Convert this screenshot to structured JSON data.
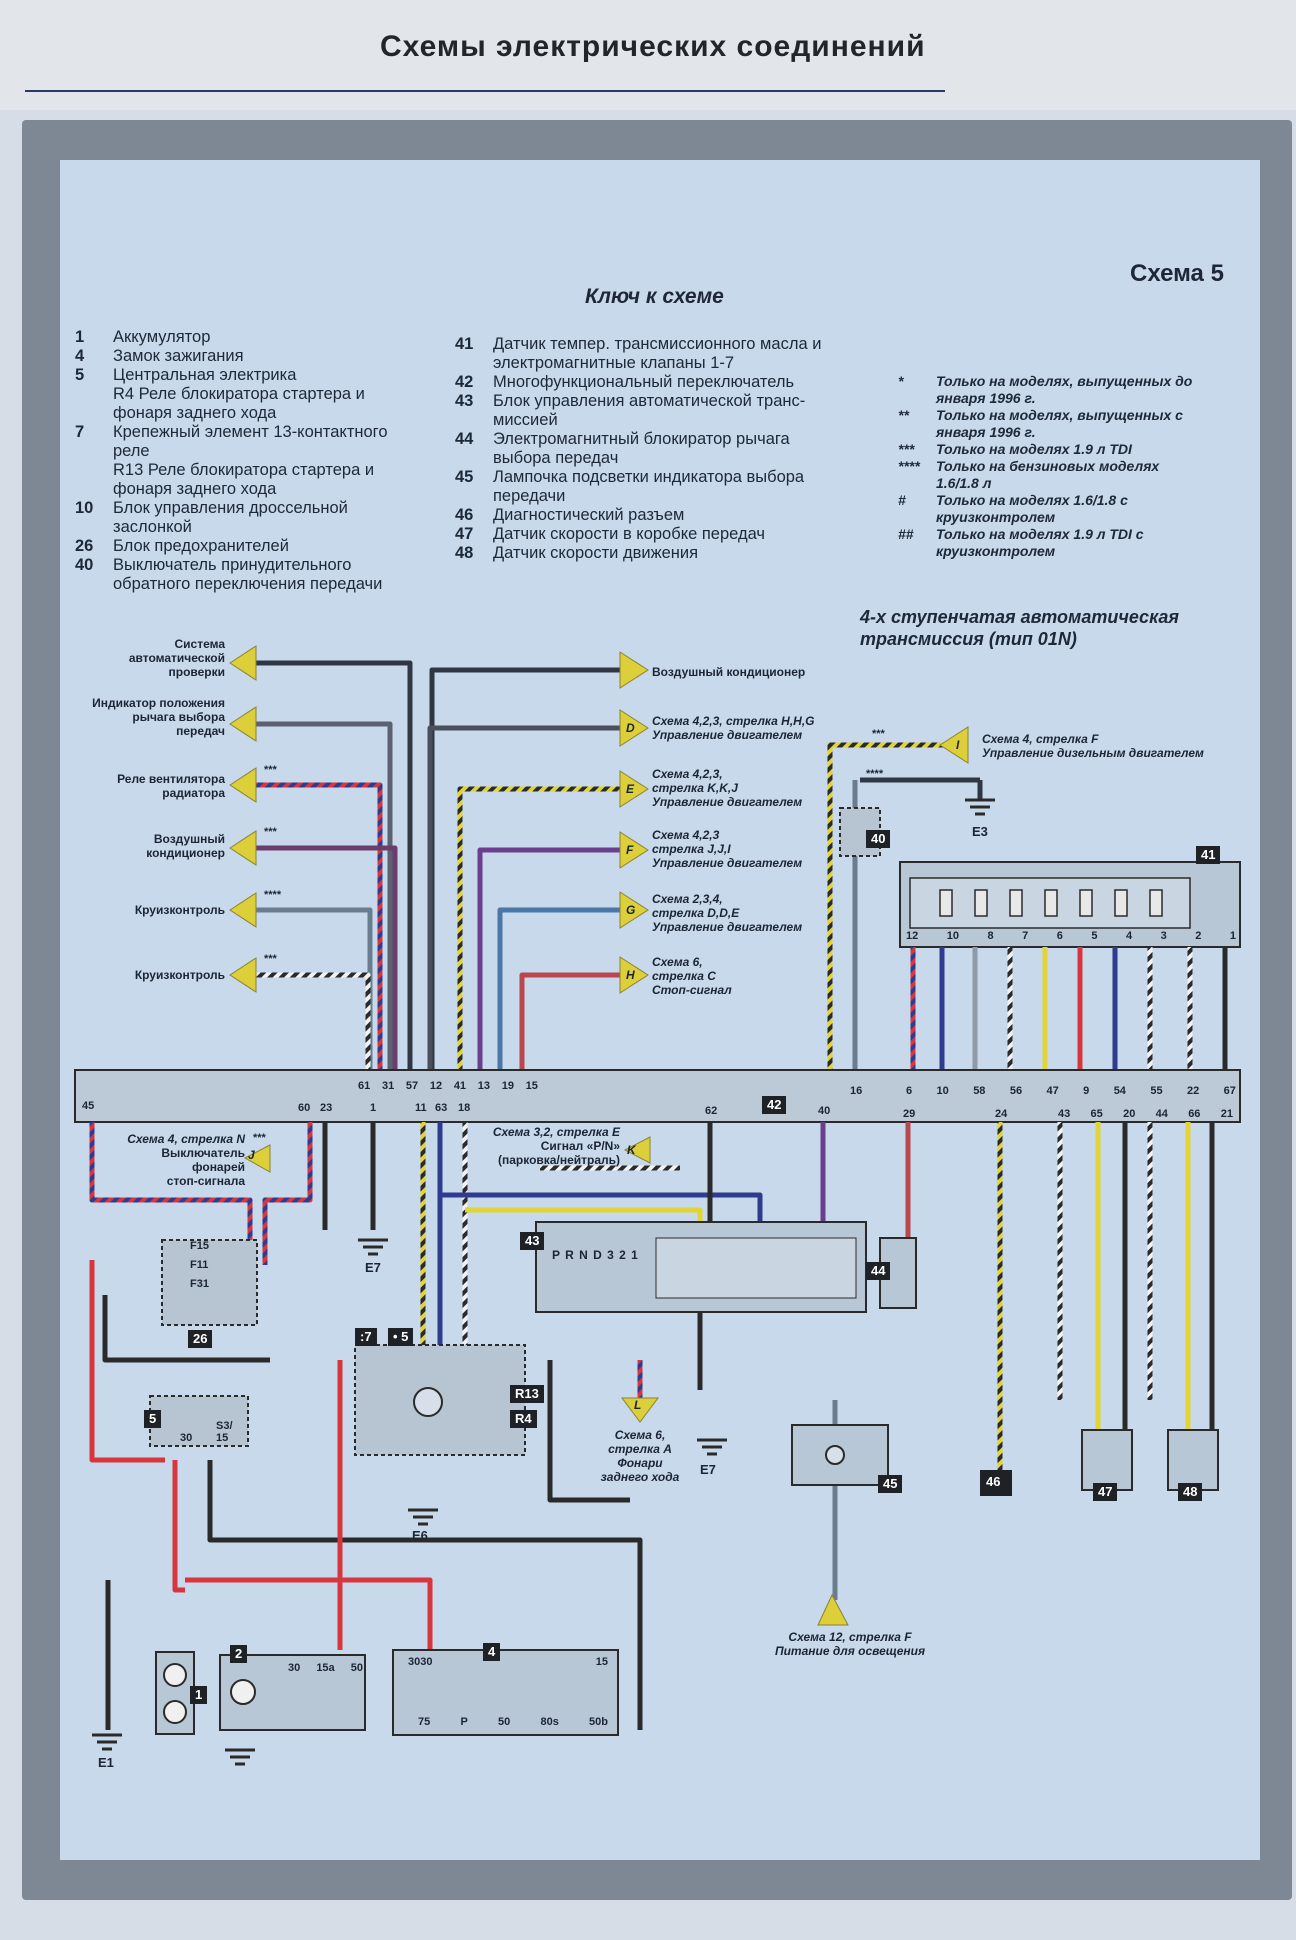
{
  "page_header": {
    "title": "Схемы электрических соединений"
  },
  "schema_title": "Схема 5",
  "key_title": "Ключ к схеме",
  "key_left": [
    {
      "num": "1",
      "text": "Аккумулятор"
    },
    {
      "num": "4",
      "text": "Замок зажигания"
    },
    {
      "num": "5",
      "text": "Центральная электрика"
    },
    {
      "num": "",
      "text": "R4  Реле блокиратора стартера и"
    },
    {
      "num": "",
      "text": "фонаря заднего хода"
    },
    {
      "num": "7",
      "text": "Крепежный элемент 13-контактного"
    },
    {
      "num": "",
      "text": "реле"
    },
    {
      "num": "",
      "text": "R13 Реле блокиратора стартера и"
    },
    {
      "num": "",
      "text": "фонаря заднего хода"
    },
    {
      "num": "10",
      "text": "Блок управления дроссельной"
    },
    {
      "num": "",
      "text": "заслонкой"
    },
    {
      "num": "26",
      "text": "Блок предохранителей"
    },
    {
      "num": "40",
      "text": "Выключатель принудительного"
    },
    {
      "num": "",
      "text": "обратного переключения передачи"
    }
  ],
  "key_middle": [
    {
      "num": "41",
      "text": "Датчик темпер. трансмиссионного масла и"
    },
    {
      "num": "",
      "text": "электромагнитные клапаны 1-7"
    },
    {
      "num": "42",
      "text": "Многофункциональный переключатель"
    },
    {
      "num": "43",
      "text": "Блок управления автоматической транс-"
    },
    {
      "num": "",
      "text": "миссией"
    },
    {
      "num": "44",
      "text": "Электромагнитный блокиратор рычага"
    },
    {
      "num": "",
      "text": "выбора передач"
    },
    {
      "num": "45",
      "text": "Лампочка подсветки индикатора выбора"
    },
    {
      "num": "",
      "text": "передачи"
    },
    {
      "num": "46",
      "text": "Диагностический разъем"
    },
    {
      "num": "47",
      "text": "Датчик скорости в коробке передач"
    },
    {
      "num": "48",
      "text": "Датчик скорости движения"
    }
  ],
  "notes": [
    {
      "mark": "*",
      "text": "Только на моделях, выпущенных до"
    },
    {
      "mark": "",
      "text": "января 1996 г."
    },
    {
      "mark": "**",
      "text": "Только на моделях, выпущенных с"
    },
    {
      "mark": "",
      "text": "января 1996 г."
    },
    {
      "mark": "***",
      "text": "Только на моделях 1.9 л TDI"
    },
    {
      "mark": "****",
      "text": "Только на бензиновых моделях"
    },
    {
      "mark": "",
      "text": "1.6/1.8 л"
    },
    {
      "mark": "#",
      "text": "Только на моделях 1.6/1.8 с"
    },
    {
      "mark": "",
      "text": "круизконтролем"
    },
    {
      "mark": "##",
      "text": "Только на моделях 1.9 л TDI с"
    },
    {
      "mark": "",
      "text": "круизконтролем"
    }
  ],
  "transmission_title": [
    "4-х ступенчатая автоматическая",
    "трансмиссия (тип 01N)"
  ],
  "left_arrows": [
    {
      "lines": [
        "Система",
        "автоматической",
        "проверки"
      ],
      "stars": ""
    },
    {
      "lines": [
        "Индикатор положения",
        "рычага выбора",
        "передач"
      ],
      "stars": ""
    },
    {
      "lines": [
        "Реле вентилятора",
        "радиатора"
      ],
      "stars": "***"
    },
    {
      "lines": [
        "Воздушный",
        "кондиционер"
      ],
      "stars": "***"
    },
    {
      "lines": [
        "Круизконтроль"
      ],
      "stars": "****"
    },
    {
      "lines": [
        "Круизконтроль"
      ],
      "stars": "***"
    }
  ],
  "right_arrows": [
    {
      "letter": "",
      "lines": [
        "Воздушный кондиционер"
      ]
    },
    {
      "letter": "D",
      "lines": [
        "Схема 4,2,3, стрелка H,H,G",
        "Управление двигателем"
      ]
    },
    {
      "letter": "E",
      "lines": [
        "Схема 4,2,3,",
        "стрелка K,K,J",
        "Управление двигателем"
      ]
    },
    {
      "letter": "F",
      "lines": [
        "Схема 4,2,3",
        "стрелка J,J,I",
        "Управление двигателем"
      ]
    },
    {
      "letter": "G",
      "lines": [
        "Схема 2,3,4,",
        "стрелка D,D,E",
        "Управление двигателем"
      ]
    },
    {
      "letter": "H",
      "lines": [
        "Схема 6,",
        "стрелка C",
        "Стоп-сигнал"
      ]
    }
  ],
  "arrow_I": {
    "letter": "I",
    "stars": "***",
    "lines": [
      "Схема 4, стрелка F",
      "Управление дизельным двигателем"
    ]
  },
  "arrow_J": {
    "letter": "J",
    "stars": "***",
    "lines": [
      "Схема 4, стрелка N",
      "Выключатель",
      "фонарей",
      "стоп-сигнала"
    ]
  },
  "arrow_K": {
    "letter": "K",
    "lines": [
      "Схема 3,2, стрелка E",
      "Сигнал «P/N»",
      "(парковка/нейтраль)"
    ]
  },
  "arrow_L": {
    "letter": "L",
    "lines": [
      "Схема 6,",
      "стрелка A",
      "Фонари",
      "заднего хода"
    ]
  },
  "arrow_bottom": {
    "lines": [
      "Схема 12, стрелка F",
      "Питание для освещения"
    ]
  },
  "module_42_label": "42",
  "module_42_pins_top": [
    "61",
    "31",
    "57",
    "12",
    "41",
    "13",
    "19",
    "15",
    "16",
    "6",
    "10",
    "58",
    "56",
    "47",
    "9",
    "54",
    "55",
    "22",
    "67"
  ],
  "module_42_pins_bottom": [
    "45",
    "60",
    "23",
    "1",
    "11",
    "63",
    "18",
    "62",
    "40",
    "29",
    "24",
    "43",
    "65",
    "20",
    "44",
    "66",
    "21"
  ],
  "module_41": {
    "label": "41",
    "pins": [
      "12",
      "10",
      "8",
      "7",
      "6",
      "5",
      "4",
      "3",
      "2",
      "1"
    ]
  },
  "module_43": {
    "label": "43",
    "gears": "P R N D 3 2 1"
  },
  "labels": {
    "m40": "40",
    "m44": "44",
    "m45": "45",
    "m46": "46",
    "m47": "47",
    "m48": "48",
    "m26": "26",
    "m5": "5",
    "m2": "2",
    "m4": "4",
    "m1": "1",
    "m7": ":7",
    "m5b": "• 5",
    "r13": "R13",
    "r4": "R4",
    "fuses": [
      "F15",
      "F11",
      "F31"
    ],
    "relay_contacts_5": [
      "30",
      "S3/",
      "15"
    ],
    "ign_contacts": [
      "30",
      "30",
      "15",
      "75",
      "P",
      "50",
      "80s",
      "50b"
    ],
    "starter_contacts": [
      "30",
      "15a",
      "50"
    ],
    "stars_40": "****"
  },
  "grounds": [
    "E3",
    "E7",
    "E7",
    "E6",
    "E1"
  ],
  "colors": {
    "arrow": "#dccf3a",
    "wire_red": "#d8363e",
    "wire_blue": "#2e3b8e",
    "wire_yellow": "#e3d436",
    "wire_black": "#2a2a2a",
    "sheet": "#c7d9ea"
  }
}
